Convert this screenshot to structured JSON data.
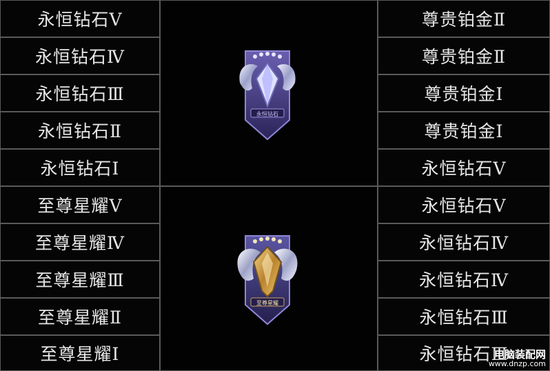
{
  "left_column": [
    "永恒钻石Ⅴ",
    "永恒钻石Ⅳ",
    "永恒钻石Ⅲ",
    "永恒钻石Ⅱ",
    "永恒钻石Ⅰ",
    "至尊星耀Ⅴ",
    "至尊星耀Ⅳ",
    "至尊星耀Ⅲ",
    "至尊星耀Ⅱ",
    "至尊星耀Ⅰ"
  ],
  "right_column": [
    "尊贵铂金Ⅱ",
    "尊贵铂金Ⅱ",
    "尊贵铂金Ⅰ",
    "尊贵铂金Ⅰ",
    "永恒钻石Ⅴ",
    "永恒钻石Ⅴ",
    "永恒钻石Ⅳ",
    "永恒钻石Ⅳ",
    "永恒钻石Ⅲ",
    "永恒钻石Ⅲ"
  ],
  "badges": [
    {
      "icon": "diamond-rank-badge-icon",
      "label": "永恒钻石"
    },
    {
      "icon": "starlight-rank-badge-icon",
      "label": "至尊星耀"
    }
  ],
  "watermark": {
    "title": "电脑装配网",
    "url": "www.dnzp.com"
  },
  "colors": {
    "background": "#000000",
    "border": "#5a5a5a",
    "text": "#e6e6e6",
    "badge_purple": "#4a3f86",
    "badge_gold": "#c79a3a"
  }
}
